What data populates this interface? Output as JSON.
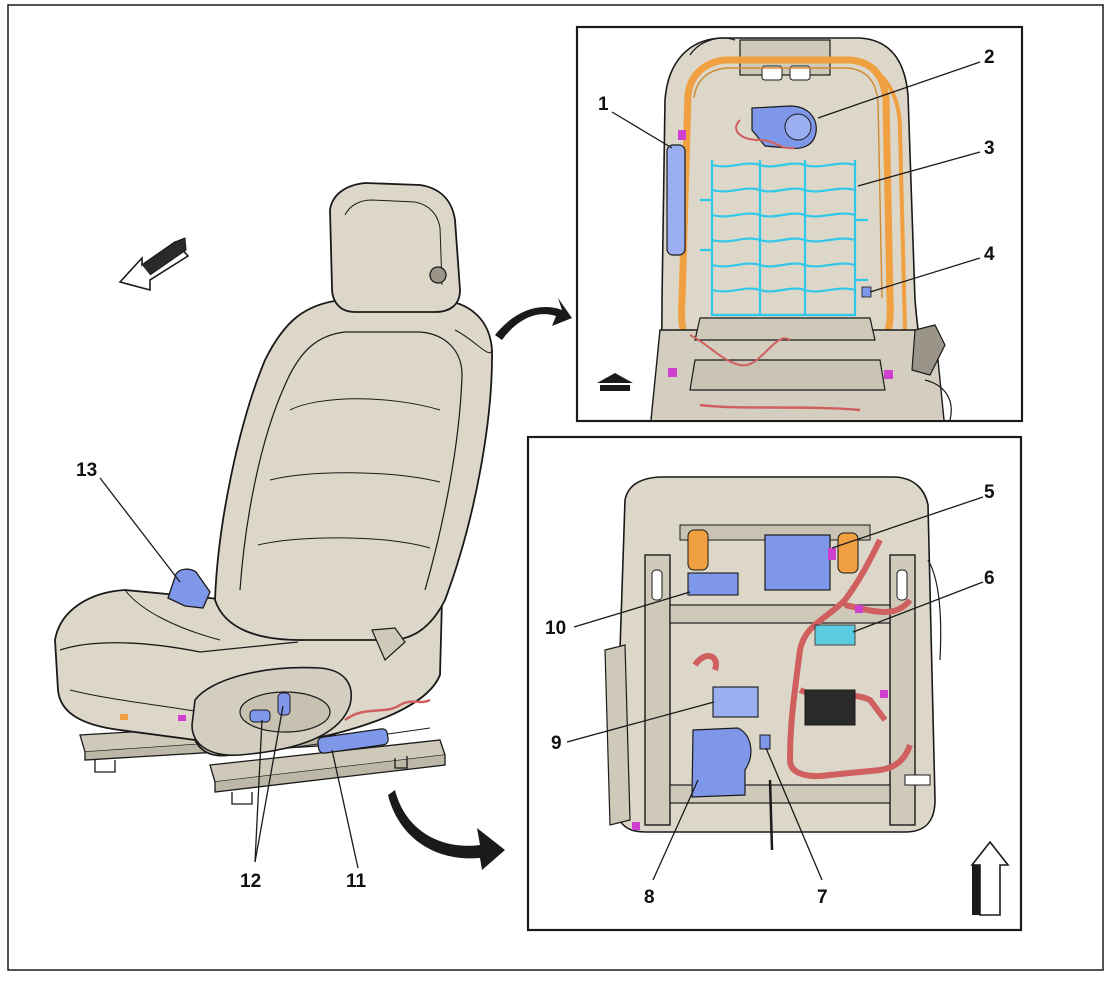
{
  "callouts": {
    "c1": "1",
    "c2": "2",
    "c3": "3",
    "c4": "4",
    "c5": "5",
    "c6": "6",
    "c7": "7",
    "c8": "8",
    "c9": "9",
    "c10": "10",
    "c11": "11",
    "c12": "12",
    "c13": "13"
  },
  "colors": {
    "seat_fill": "#dcd7c9",
    "seat_shade": "#c9c3b3",
    "frame_orange": "#f0a040",
    "mat_cyan": "#30c8e8",
    "module_blue": "#7f97e8",
    "harness_red": "#d06060",
    "connector_magenta": "#d040d0",
    "line": "#1a1a1a"
  },
  "icons": {
    "direction_arrow_left": "forward-direction-arrow-icon",
    "direction_arrow_up": "up-direction-arrow-icon",
    "view_arrow_rear": "view-to-rear-arrow-icon",
    "view_arrow_bottom": "view-to-bottom-arrow-icon",
    "view_orientation": "view-orientation-icon"
  }
}
